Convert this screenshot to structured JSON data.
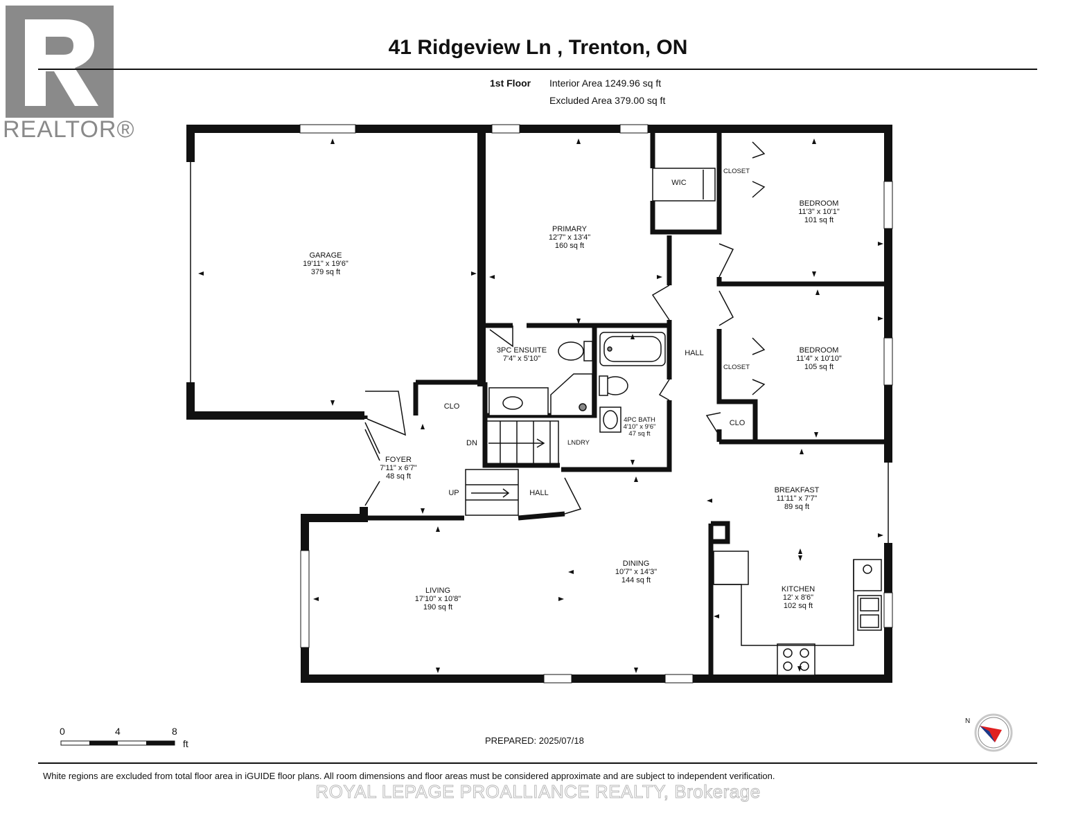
{
  "title": "41 Ridgeview Ln , Trenton, ON",
  "floor": {
    "name": "1st Floor",
    "interior_area": "Interior Area 1249.96 sq ft",
    "excluded_area": "Excluded Area 379.00 sq ft"
  },
  "logo": {
    "text": "REALTOR®",
    "icon": "realtor-r-logo"
  },
  "rooms": {
    "garage": {
      "name": "GARAGE",
      "dims": "19'11\" x 19'6\"",
      "area": "379 sq ft"
    },
    "primary": {
      "name": "PRIMARY",
      "dims": "12'7\" x 13'4\"",
      "area": "160 sq ft"
    },
    "wic": {
      "name": "WIC"
    },
    "closet1": {
      "name": "CLOSET"
    },
    "closet2": {
      "name": "CLOSET"
    },
    "bedroom1": {
      "name": "BEDROOM",
      "dims": "11'3\" x 10'1\"",
      "area": "101 sq ft"
    },
    "bedroom2": {
      "name": "BEDROOM",
      "dims": "11'4\" x 10'10\"",
      "area": "105 sq ft"
    },
    "hall1": {
      "name": "HALL"
    },
    "hall2": {
      "name": "HALL"
    },
    "ensuite": {
      "name": "3PC ENSUITE",
      "dims": "7'4\" x 5'10\""
    },
    "bath4": {
      "name": "4PC BATH",
      "dims": "4'10\" x 9'6\"",
      "area": "47 sq ft"
    },
    "clo1": {
      "name": "CLO"
    },
    "clo2": {
      "name": "CLO"
    },
    "foyer": {
      "name": "FOYER",
      "dims": "7'11\" x 6'7\"",
      "area": "48 sq ft"
    },
    "dn": {
      "name": "DN"
    },
    "up": {
      "name": "UP"
    },
    "laundry": {
      "name": "LNDRY"
    },
    "breakfast": {
      "name": "BREAKFAST",
      "dims": "11'11\" x 7'7\"",
      "area": "89 sq ft"
    },
    "dining": {
      "name": "DINING",
      "dims": "10'7\" x 14'3\"",
      "area": "144 sq ft"
    },
    "living": {
      "name": "LIVING",
      "dims": "17'10\" x 10'8\"",
      "area": "190 sq ft"
    },
    "kitchen": {
      "name": "KITCHEN",
      "dims": "12' x 8'6\"",
      "area": "102 sq ft"
    }
  },
  "scale": {
    "ticks": [
      "0",
      "4",
      "8"
    ],
    "unit": "ft"
  },
  "prepared": "PREPARED: 2025/07/18",
  "compass": {
    "letter": "N",
    "icon": "compass-icon"
  },
  "disclaimer": "White regions are excluded from total floor area in iGUIDE floor plans. All room dimensions and floor areas must be considered approximate and are subject to independent verification.",
  "watermark": "ROYAL LEPAGE PROALLIANCE REALTY, Brokerage",
  "colors": {
    "wall": "#111111",
    "logo": "#8a8a8a",
    "compass_red": "#e02020"
  }
}
